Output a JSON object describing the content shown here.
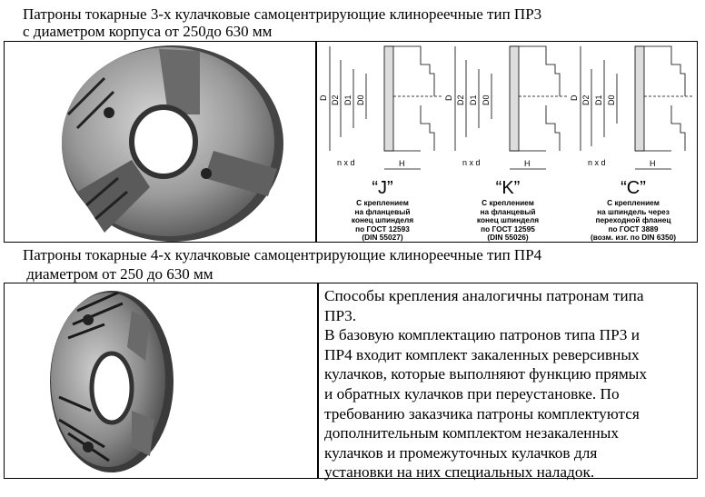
{
  "section1": {
    "title_line1": "Патроны токарные 3-х кулачковые самоцентрирующие клинореечные тип ПР3",
    "title_line2": "с диаметром корпуса от 250до 630 мм",
    "diagram_labels": {
      "D": "D",
      "D2": "D2",
      "D1": "D1",
      "D0": "D0",
      "nxd": "n x d",
      "H": "H"
    },
    "mounts": [
      {
        "letter": "“J”",
        "caption": [
          "С креплением",
          "на фланцевый",
          "конец шпинделя",
          "по ГОСТ 12593",
          "(DIN 55027)"
        ]
      },
      {
        "letter": "“K”",
        "caption": [
          "С креплением",
          "на фланцевый",
          "конец шпинделя",
          "по ГОСТ 12595",
          "(DIN 55026)"
        ]
      },
      {
        "letter": "“C”",
        "caption": [
          "С креплением",
          "на шпиндель через",
          "переходной фланец",
          "по ГОСТ 3889",
          "(возм. изг. по DIN 6350)"
        ]
      }
    ]
  },
  "section2": {
    "title_line1": "Патроны токарные 4-х кулачковые самоцентрирующие клинореечные тип ПР4",
    "title_line2": " диаметром от 250 до 630 мм",
    "description": [
      "Способы крепления аналогичны патронам типа",
      "ПР3.",
      "В базовую комплектацию патронов типа ПР3 и",
      "ПР4 входит комплект закаленных реверсивных",
      "кулачков, которые выполняют функцию прямых",
      "и обратных кулачков при переустановке. По",
      "требованию заказчика патроны комплектуются",
      "дополнительным комплектом незакаленных",
      "кулачков и промежуточных кулачков для",
      "установки на них специальных наладок."
    ]
  }
}
